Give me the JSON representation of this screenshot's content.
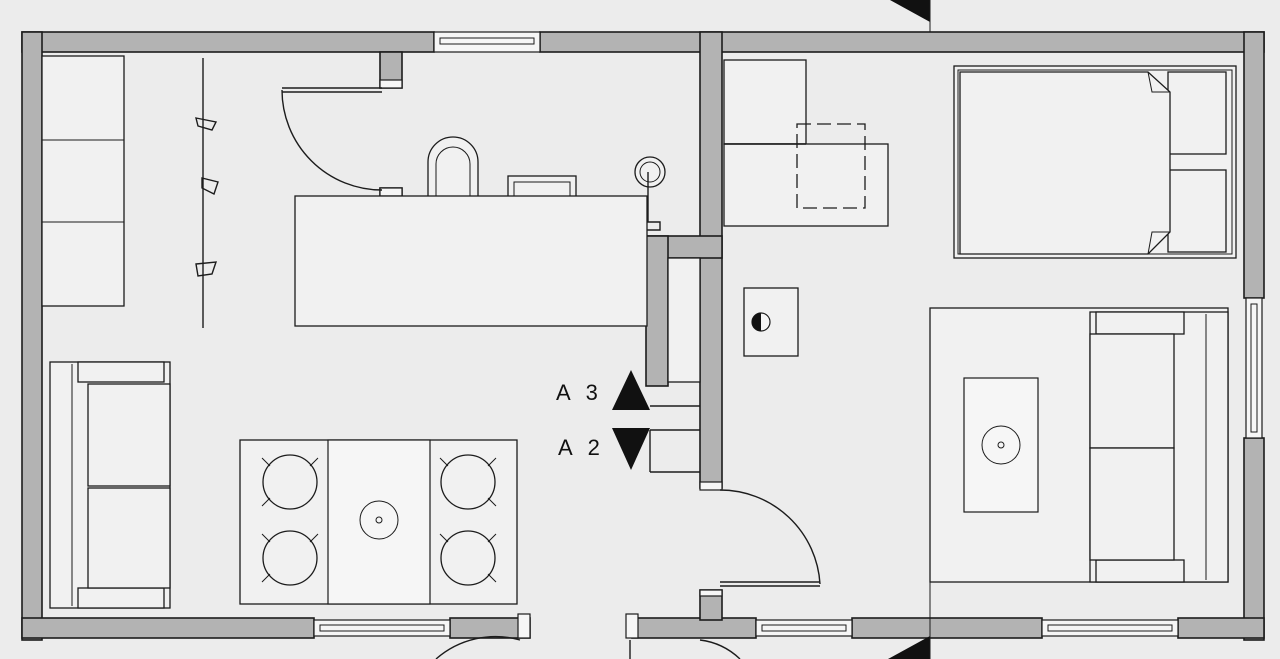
{
  "section_markers": [
    {
      "label": "A 3",
      "direction": "up"
    },
    {
      "label": "A 2",
      "direction": "down"
    }
  ],
  "colors": {
    "wall_fill": "#b3b3b3",
    "paper": "#ececec",
    "ink": "#1c1c1c"
  }
}
